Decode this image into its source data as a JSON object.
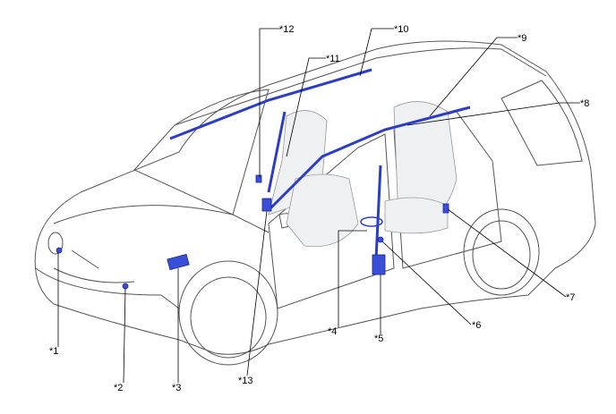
{
  "diagram": {
    "labels": [
      "*1",
      "*2",
      "*3",
      "*4",
      "*5",
      "*6",
      "*7",
      "*8",
      "*9",
      "*10",
      "*11",
      "*12",
      "*13"
    ],
    "colors": {
      "component": "#3a4fd8",
      "outline": "#555555",
      "leader": "#000000"
    }
  }
}
